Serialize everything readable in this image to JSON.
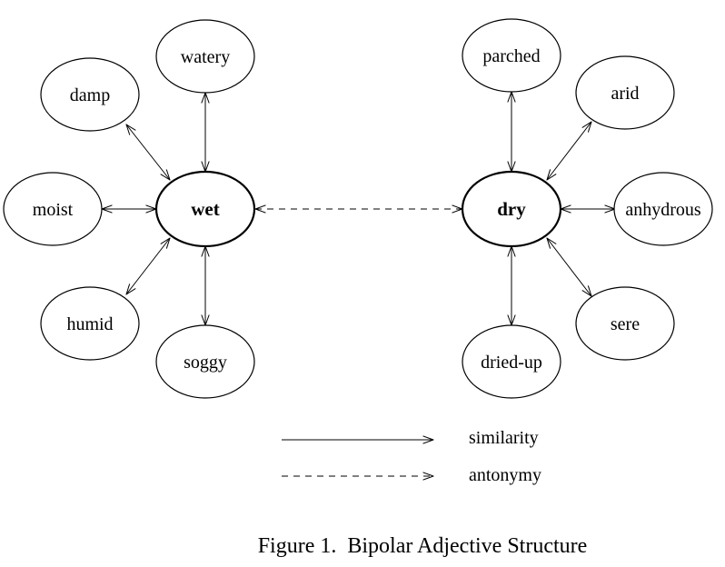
{
  "hubs": {
    "left": {
      "label": "wet"
    },
    "right": {
      "label": "dry"
    }
  },
  "left_satellites": {
    "watery": "watery",
    "damp": "damp",
    "moist": "moist",
    "humid": "humid",
    "soggy": "soggy"
  },
  "right_satellites": {
    "parched": "parched",
    "arid": "arid",
    "anhydrous": "anhydrous",
    "sere": "sere",
    "dried_up": "dried-up"
  },
  "legend": {
    "similarity": "similarity",
    "antonymy": "antonymy"
  },
  "caption": "Figure 1.  Bipolar Adjective Structure"
}
